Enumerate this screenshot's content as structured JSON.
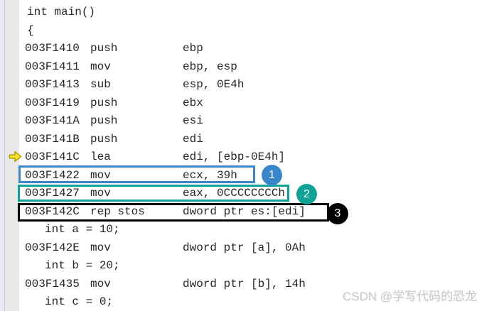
{
  "editor": {
    "view": "disassembly",
    "lines": [
      {
        "kind": "source",
        "level": 0,
        "text": "int main()"
      },
      {
        "kind": "source",
        "level": 0,
        "text": "{"
      },
      {
        "kind": "asm",
        "address": "003F1410",
        "mnemonic": "push",
        "operands": "ebp"
      },
      {
        "kind": "asm",
        "address": "003F1411",
        "mnemonic": "mov",
        "operands": "ebp, esp"
      },
      {
        "kind": "asm",
        "address": "003F1413",
        "mnemonic": "sub",
        "operands": "esp, 0E4h"
      },
      {
        "kind": "asm",
        "address": "003F1419",
        "mnemonic": "push",
        "operands": "ebx"
      },
      {
        "kind": "asm",
        "address": "003F141A",
        "mnemonic": "push",
        "operands": "esi"
      },
      {
        "kind": "asm",
        "address": "003F141B",
        "mnemonic": "push",
        "operands": "edi"
      },
      {
        "kind": "asm",
        "address": "003F141C",
        "mnemonic": "lea",
        "operands": "edi, [ebp-0E4h]",
        "marker": "current-instruction"
      },
      {
        "kind": "asm",
        "address": "003F1422",
        "mnemonic": "mov",
        "operands": "ecx, 39h",
        "highlight": "step1"
      },
      {
        "kind": "asm",
        "address": "003F1427",
        "mnemonic": "mov",
        "operands": "eax, 0CCCCCCCCh",
        "highlight": "step2"
      },
      {
        "kind": "asm",
        "address": "003F142C",
        "mnemonic": "rep stos",
        "operands": "dword ptr es:[edi]",
        "highlight": "step3"
      },
      {
        "kind": "source",
        "level": 1,
        "text": "int a = 10;"
      },
      {
        "kind": "asm",
        "address": "003F142E",
        "mnemonic": "mov",
        "operands": "dword ptr [a], 0Ah"
      },
      {
        "kind": "source",
        "level": 1,
        "text": "int b = 20;"
      },
      {
        "kind": "asm",
        "address": "003F1435",
        "mnemonic": "mov",
        "operands": "dword ptr [b], 14h"
      },
      {
        "kind": "source",
        "level": 1,
        "text": "int c = 0;"
      }
    ]
  },
  "annotations": {
    "arrow": {
      "meaning": "current-instruction-pointer",
      "fill": "#FFE636",
      "stroke": "#B5A000"
    },
    "boxes": [
      {
        "step": 1,
        "color": "#3a86cb"
      },
      {
        "step": 2,
        "color": "#10a296"
      },
      {
        "step": 3,
        "color": "#000000"
      }
    ],
    "badges": [
      {
        "number": "1",
        "color": "#3a86cb"
      },
      {
        "number": "2",
        "color": "#10a296"
      },
      {
        "number": "3",
        "color": "#000000"
      }
    ]
  },
  "watermark": {
    "text": "CSDN @学写代码的恐龙"
  }
}
